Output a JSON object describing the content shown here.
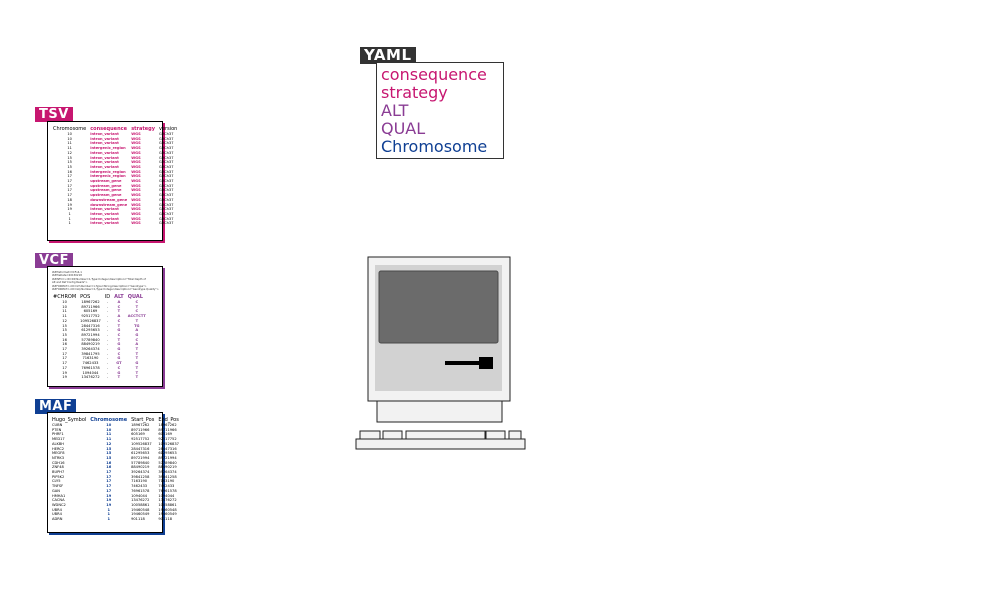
{
  "tsv": {
    "tag": "TSV",
    "headers": [
      "Chromosome",
      "consequence",
      "strategy",
      "version"
    ],
    "rows": [
      [
        "10",
        "intron_variant",
        "WGS",
        "GRCh37"
      ],
      [
        "10",
        "intron_variant",
        "WGS",
        "GRCh37"
      ],
      [
        "11",
        "intron_variant",
        "WGS",
        "GRCh37"
      ],
      [
        "11",
        "intergenic_region",
        "WGS",
        "GRCh37"
      ],
      [
        "12",
        "intron_variant",
        "WGS",
        "GRCh37"
      ],
      [
        "15",
        "intron_variant",
        "WGS",
        "GRCh37"
      ],
      [
        "15",
        "intron_variant",
        "WGS",
        "GRCh37"
      ],
      [
        "15",
        "intron_variant",
        "WGS",
        "GRCh37"
      ],
      [
        "16",
        "intergenic_region",
        "WGS",
        "GRCh37"
      ],
      [
        "17",
        "intergenic_region",
        "WGS",
        "GRCh37"
      ],
      [
        "17",
        "upstream_gene",
        "WGS",
        "GRCh37"
      ],
      [
        "17",
        "upstream_gene",
        "WGS",
        "GRCh37"
      ],
      [
        "17",
        "upstream_gene",
        "WGS",
        "GRCh37"
      ],
      [
        "17",
        "upstream_gene",
        "WGS",
        "GRCh37"
      ],
      [
        "18",
        "downstream_gene",
        "WGS",
        "GRCh37"
      ],
      [
        "19",
        "downstream_gene",
        "WGS",
        "GRCh37"
      ],
      [
        "19",
        "intron_variant",
        "WGS",
        "GRCh37"
      ],
      [
        "1",
        "intron_variant",
        "WGS",
        "GRCh37"
      ],
      [
        "1",
        "intron_variant",
        "WGS",
        "GRCh37"
      ],
      [
        "1",
        "intron_variant",
        "WGS",
        "GRCh37"
      ]
    ]
  },
  "vcf": {
    "tag": "VCF",
    "meta": [
      "##fileformat=VCFv4.1",
      "##fileDate=20150218",
      "##INFO=<ID=DP,Number=1,Type=Integer,Description=\"Total Depth of",
      "Alt and Ref Contig Reads\">",
      "##FORMAT=<ID=GT,Number=1,Type=String,Description=\"Genotype\">",
      "##FORMAT=<ID=GQ,Number=1,Type=Integer,Description=\"Genotype Quality\">"
    ],
    "headers": [
      "#CHROM",
      "POS",
      "ID",
      "ALT",
      "QUAL"
    ],
    "rows": [
      [
        "10",
        "18967262",
        ".",
        "A",
        "C"
      ],
      [
        "10",
        "89711966",
        ".",
        "C",
        "T"
      ],
      [
        "11",
        "605169",
        ".",
        "T",
        "C"
      ],
      [
        "11",
        "92517752",
        ".",
        "A",
        "ACCTCTT"
      ],
      [
        "12",
        "109526837",
        ".",
        "C",
        "T"
      ],
      [
        "15",
        "28447316",
        ".",
        "T",
        "TG"
      ],
      [
        "15",
        "61295653",
        ".",
        "G",
        "A"
      ],
      [
        "15",
        "89721994",
        ".",
        "C",
        "G"
      ],
      [
        "16",
        "57789840",
        ".",
        "T",
        "C"
      ],
      [
        "16",
        "88490219",
        ".",
        "G",
        "A"
      ],
      [
        "17",
        "39264374",
        ".",
        "G",
        "T"
      ],
      [
        "17",
        "39841795",
        ".",
        "C",
        "T"
      ],
      [
        "17",
        "7163190",
        ".",
        "G",
        "T"
      ],
      [
        "17",
        "7462433",
        ".",
        "GT",
        "G"
      ],
      [
        "17",
        "76961578",
        ".",
        "C",
        "T"
      ],
      [
        "19",
        "1094044",
        ".",
        "G",
        "T"
      ],
      [
        "19",
        "13476272",
        ".",
        "T",
        "T"
      ]
    ]
  },
  "maf": {
    "tag": "MAF",
    "headers": [
      "Hugo_Symbol",
      "Chromosome",
      "Start_Pos",
      "End_Pos"
    ],
    "rows": [
      [
        "CUBN",
        "10",
        "18967262",
        "18967262"
      ],
      [
        "PTEN",
        "10",
        "89711966",
        "89711966"
      ],
      [
        "PHRF1",
        "11",
        "605169",
        "605169"
      ],
      [
        "MED17",
        "11",
        "92517752",
        "92517752"
      ],
      [
        "ALKBH",
        "12",
        "109526837",
        "109526837"
      ],
      [
        "HERC2",
        "15",
        "28447316",
        "28447316"
      ],
      [
        "MEGF8",
        "15",
        "61295653",
        "61295653"
      ],
      [
        "NTRK3",
        "15",
        "89721994",
        "89721994"
      ],
      [
        "CDH16",
        "16",
        "57789840",
        "57789840"
      ],
      [
        "ZNF48",
        "16",
        "88490219",
        "88490219"
      ],
      [
        "BUPH7",
        "17",
        "39264374",
        "39264374"
      ],
      [
        "PIP5K2",
        "17",
        "39841258",
        "39841258"
      ],
      [
        "CLY5",
        "17",
        "7163190",
        "7163190"
      ],
      [
        "TNFSF",
        "17",
        "7462433",
        "7462433"
      ],
      [
        "GAN",
        "17",
        "76961578",
        "76961578"
      ],
      [
        "HMHA1",
        "19",
        "1094044",
        "1094044"
      ],
      [
        "CACNA",
        "19",
        "13476272",
        "13476272"
      ],
      [
        "WDNC2",
        "19",
        "10058861",
        "10058861"
      ],
      [
        "UBR4",
        "1",
        "19460548",
        "19460548"
      ],
      [
        "UBR4",
        "1",
        "19460549",
        "19460549"
      ],
      [
        "ADRN",
        "1",
        "901118",
        "901118"
      ]
    ]
  },
  "yaml": {
    "tag": "YAML",
    "keys": [
      "consequence",
      "strategy",
      "ALT",
      "QUAL",
      "Chromosome"
    ]
  },
  "colors": {
    "tsv": "#c71670",
    "vcf": "#8a3c94",
    "maf": "#0f3f93",
    "yaml": "#333333"
  }
}
